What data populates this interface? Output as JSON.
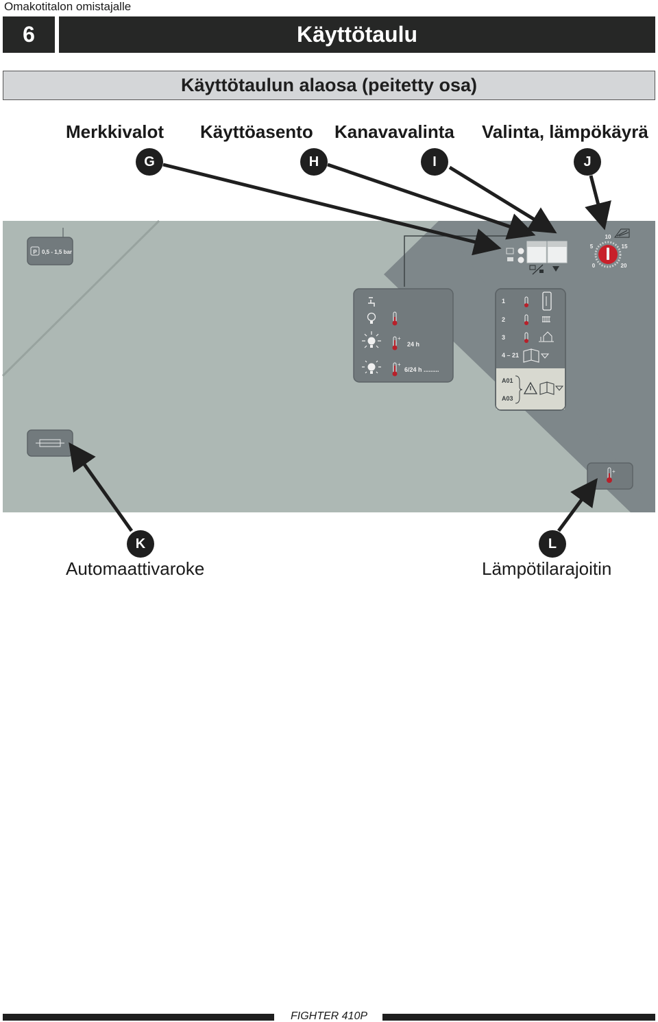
{
  "running_head": "Omakotitalon omistajalle",
  "chapter": {
    "number": "6",
    "title": "Käyttötaulu"
  },
  "section_title": "Käyttötaulun alaosa (peitetty osa)",
  "callouts_top": [
    {
      "label": "Merkkivalot",
      "letter": "G"
    },
    {
      "label": "Käyttöasento",
      "letter": "H"
    },
    {
      "label": "Kanavavalinta",
      "letter": "I"
    },
    {
      "label": "Valinta, lämpökäyrä",
      "letter": "J"
    }
  ],
  "callouts_bottom": [
    {
      "label": "Automaattivaroke",
      "letter": "K"
    },
    {
      "label": "Lämpötilarajoitin",
      "letter": "L"
    }
  ],
  "panel": {
    "pressure_label": "0,5 - 1,5 bar",
    "pressure_symbol": "P",
    "dial_ticks": [
      "0",
      "5",
      "10",
      "15",
      "20"
    ],
    "mode_text_24h": "24 h",
    "mode_text_6_24h": "6/24 h .........",
    "channel_rows": [
      "1",
      "2",
      "3",
      "4 – 21"
    ],
    "alarm_codes": [
      "A01",
      "A03"
    ]
  },
  "colors": {
    "panel_light": "#adb8b4",
    "panel_dark": "#7e878a",
    "box_dark": "#727a7d",
    "dial_red": "#c8202a",
    "thermo_red": "#b8202a"
  },
  "footer": {
    "model": "FIGHTER 410P"
  }
}
